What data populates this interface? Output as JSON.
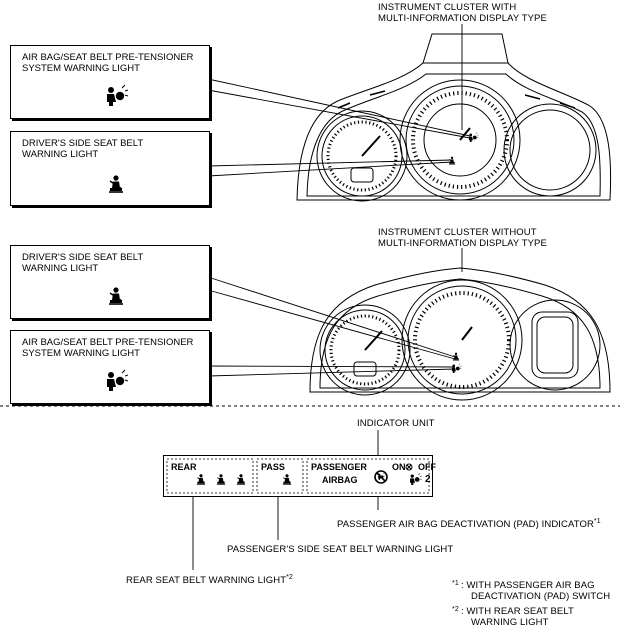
{
  "top_cluster": {
    "title_line1": "INSTRUMENT CLUSTER WITH",
    "title_line2": "MULTI-INFORMATION DISPLAY TYPE",
    "box1_line1": "AIR BAG/SEAT BELT PRE-TENSIONER",
    "box1_line2": "SYSTEM WARNING LIGHT",
    "box2_line1": "DRIVER'S SIDE SEAT BELT",
    "box2_line2": "WARNING LIGHT"
  },
  "bottom_cluster": {
    "title_line1": "INSTRUMENT CLUSTER WITHOUT",
    "title_line2": "MULTI-INFORMATION DISPLAY TYPE",
    "box1_line1": "DRIVER'S SIDE SEAT BELT",
    "box1_line2": "WARNING LIGHT",
    "box2_line1": "AIR BAG/SEAT BELT PRE-TENSIONER",
    "box2_line2": "SYSTEM WARNING LIGHT"
  },
  "indicator_unit": {
    "title": "INDICATOR UNIT",
    "rear": "REAR",
    "pass": "PASS",
    "passenger": "PASSENGER",
    "airbag": "AIRBAG",
    "on": "ON",
    "off": "OFF",
    "off_num": "2",
    "pad_label": "PASSENGER AIR BAG DEACTIVATION (PAD) INDICATOR",
    "pad_sup": "*1",
    "pass_label": "PASSENGER'S SIDE SEAT BELT WARNING LIGHT",
    "rear_label": "REAR SEAT BELT WARNING LIGHT",
    "rear_sup": "*2"
  },
  "notes": {
    "n1_mark": "*1",
    "n1_line1": ": WITH PASSENGER AIR BAG",
    "n1_line2": "DEACTIVATION (PAD) SWITCH",
    "n2_mark": "*2",
    "n2_line1": ": WITH REAR SEAT BELT",
    "n2_line2": "WARNING LIGHT"
  },
  "icons": [
    "airbag-icon",
    "seatbelt-icon"
  ]
}
